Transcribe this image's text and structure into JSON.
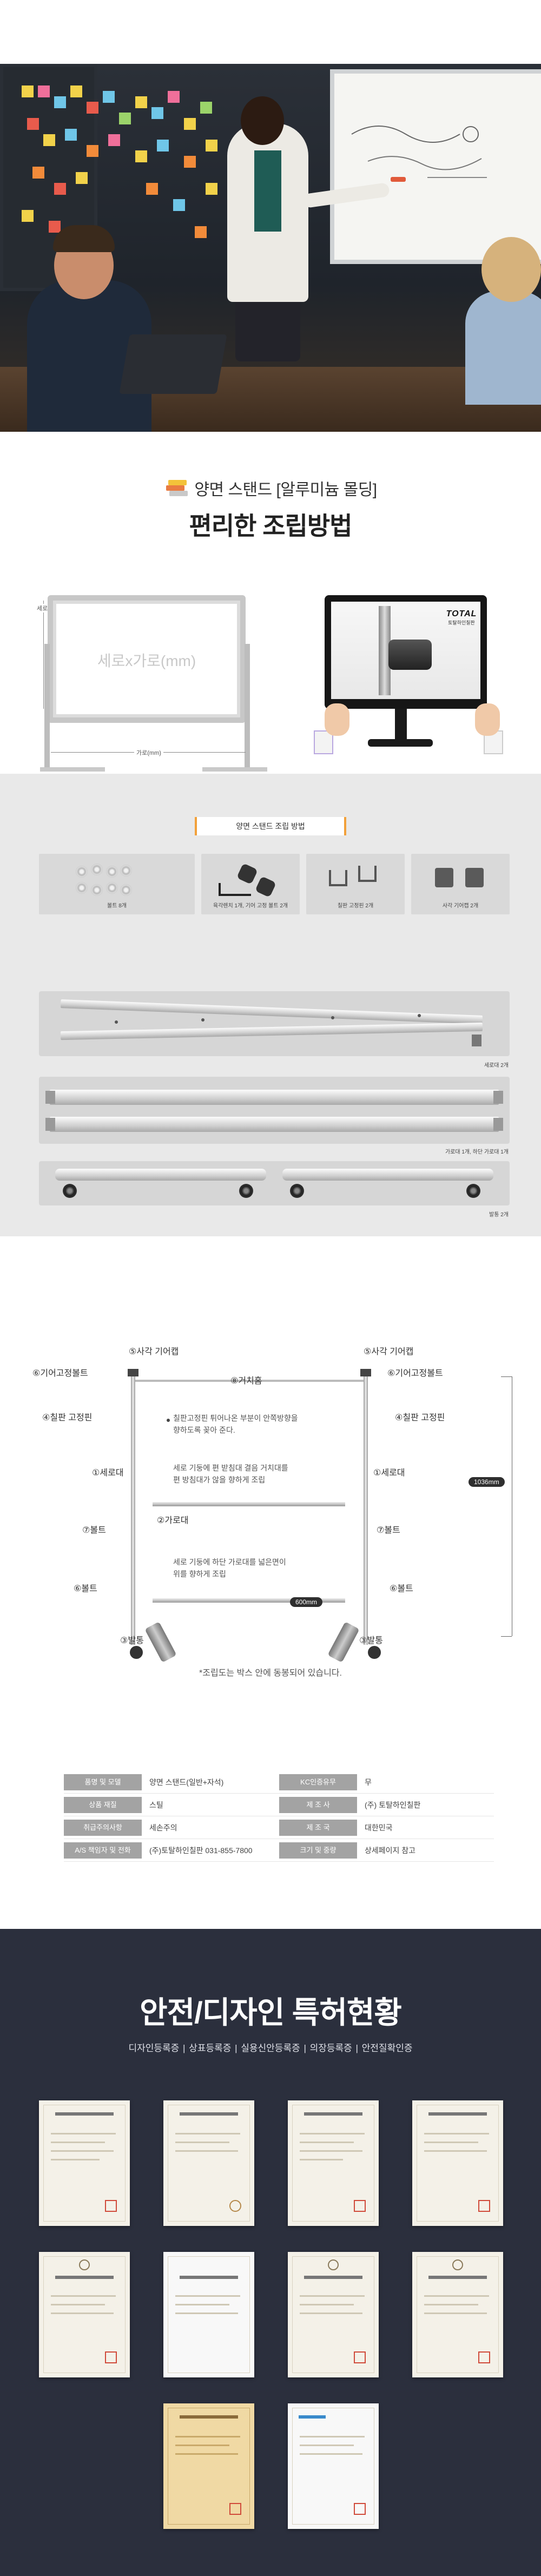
{
  "title_section": {
    "subtitle": "양면 스탠드 [알루미늄 몰딩]",
    "title": "편리한 조립방법"
  },
  "board_diagram": {
    "center_label": "세로x가로(mm)",
    "width_label": "가로(mm)",
    "height_label": "세로(mm)"
  },
  "closeup": {
    "logo_main": "TOTAL",
    "logo_sub": "토탈하인칠판"
  },
  "parts": {
    "tag": "양면 스탠드 조립 방법",
    "items": [
      {
        "label": "볼트 8개"
      },
      {
        "label": "육각렌치 1개, 기어 고정 볼트 2개"
      },
      {
        "label": "칠판 고정핀 2개"
      },
      {
        "label": "사각 기어캡 2개"
      }
    ],
    "rails": [
      {
        "label": "세로대 2개"
      },
      {
        "label": "가로대 1개, 하단 가로대 1개"
      },
      {
        "label": "발통 2개"
      }
    ]
  },
  "assembly": {
    "gear_cap": "⑤사각 기어캡",
    "gear_bolt": "⑥기어고정볼트",
    "gear_groove": "⑧거치홈",
    "board_pin": "④칠판 고정핀",
    "vertical": "①세로대",
    "horizontal": "②가로대",
    "bolt7": "⑦볼트",
    "bolt6": "⑥볼트",
    "foot": "③발통",
    "note1": "칠판고정핀 튀어나온 부분이 안쪽방향을\n향하도록 꽂아 준다.",
    "note2": "세로 기둥에 편 받침대 결음 거치대를\n편 방침대가 않을 향하게 조립",
    "note3": "세로 기둥에 하단 가로대를 넓은면이\n위를 향하게 조립",
    "height_dim": "1036mm",
    "width_dim": "600mm",
    "footnote": "*조립도는 박스 안에 동봉되어 있습니다."
  },
  "spec": {
    "rows": [
      {
        "k1": "품명 및 모델",
        "v1": "양면 스탠드(일반+자석)",
        "k2": "KC인증유무",
        "v2": "무"
      },
      {
        "k1": "상품 재질",
        "v1": "스틸",
        "k2": "제 조 사",
        "v2": "(주) 토탈하인칠판"
      },
      {
        "k1": "취급주의사항",
        "v1": "세손주의",
        "k2": "제 조 국",
        "v2": "대한민국"
      },
      {
        "k1": "A/S 책임자 및 전화",
        "v1": "(주)토탈하인칠판 031-855-7800",
        "k2": "크기 및 중량",
        "v2": "상세페이지 참고"
      }
    ]
  },
  "patent": {
    "title": "안전/디자인 특허현황",
    "subtitle": "디자인등록증 | 상표등록증 | 실용신안등록증 | 의장등록증 | 안전질확인증"
  }
}
